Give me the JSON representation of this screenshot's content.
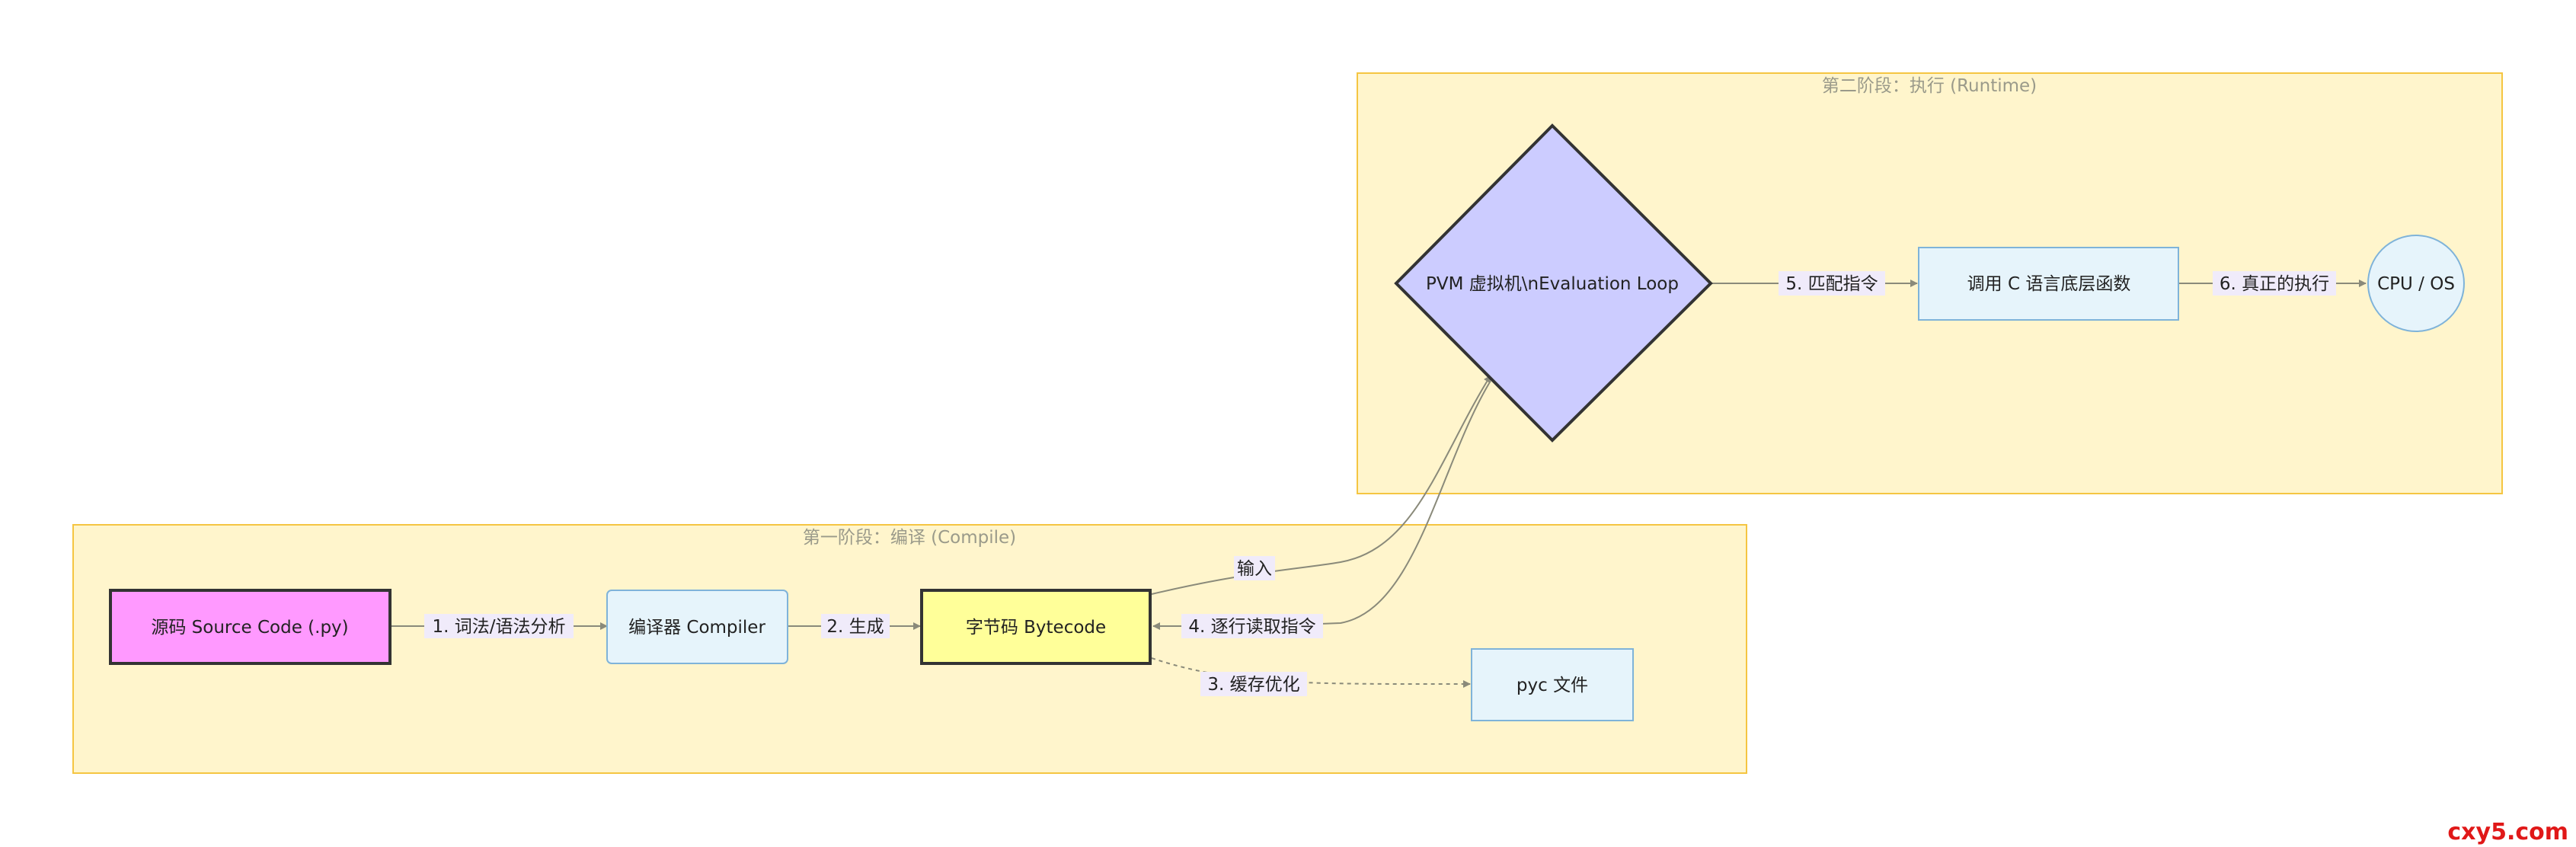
{
  "groups": {
    "compile": {
      "title": "第一阶段：编译 (Compile)"
    },
    "runtime": {
      "title": "第二阶段：执行 (Runtime)"
    }
  },
  "nodes": {
    "source": {
      "label": "源码 Source Code (.py)"
    },
    "compiler": {
      "label": "编译器 Compiler"
    },
    "bytecode": {
      "label": "字节码 Bytecode"
    },
    "pyc": {
      "label": "pyc 文件"
    },
    "pvm": {
      "label": "PVM 虚拟机\\nEvaluation Loop"
    },
    "cfunc": {
      "label": "调用 C 语言底层函数"
    },
    "cpu": {
      "label": "CPU / OS"
    }
  },
  "edges": {
    "e1": {
      "label": "1. 词法/语法分析"
    },
    "e2": {
      "label": "2. 生成"
    },
    "e3": {
      "label": "3. 缓存优化"
    },
    "e_in": {
      "label": "输入"
    },
    "e4": {
      "label": "4. 逐行读取指令"
    },
    "e5": {
      "label": "5. 匹配指令"
    },
    "e6": {
      "label": "6. 真正的执行"
    }
  },
  "colors": {
    "group_fill": "#fff5cc",
    "group_stroke": "#f5c542",
    "source_fill": "#ff99ff",
    "bytecode_fill": "#ffff99",
    "light_node_fill": "#e6f4fb",
    "light_node_stroke": "#7fb3d9",
    "pvm_fill": "#ccccff",
    "edge": "#8a8a7a",
    "label_bg": "#f0ebfa"
  },
  "watermark": "cxy5.com"
}
